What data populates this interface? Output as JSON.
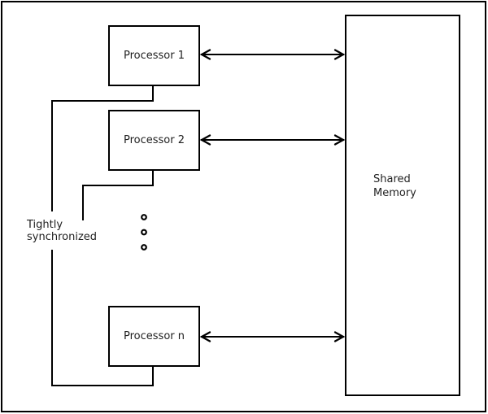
{
  "diagram": {
    "kind": "shared-memory-multiprocessor",
    "processors": [
      {
        "label": "Processor 1"
      },
      {
        "label": "Processor 2"
      },
      {
        "label": "Processor n"
      }
    ],
    "memory": {
      "label": "Shared\nMemory"
    },
    "annotation": {
      "label": "Tightly\nsynchronized"
    },
    "ellipsis_dots": 3,
    "colors": {
      "line": "#000000",
      "text": "#1f1f1f",
      "background": "#ffffff"
    }
  }
}
